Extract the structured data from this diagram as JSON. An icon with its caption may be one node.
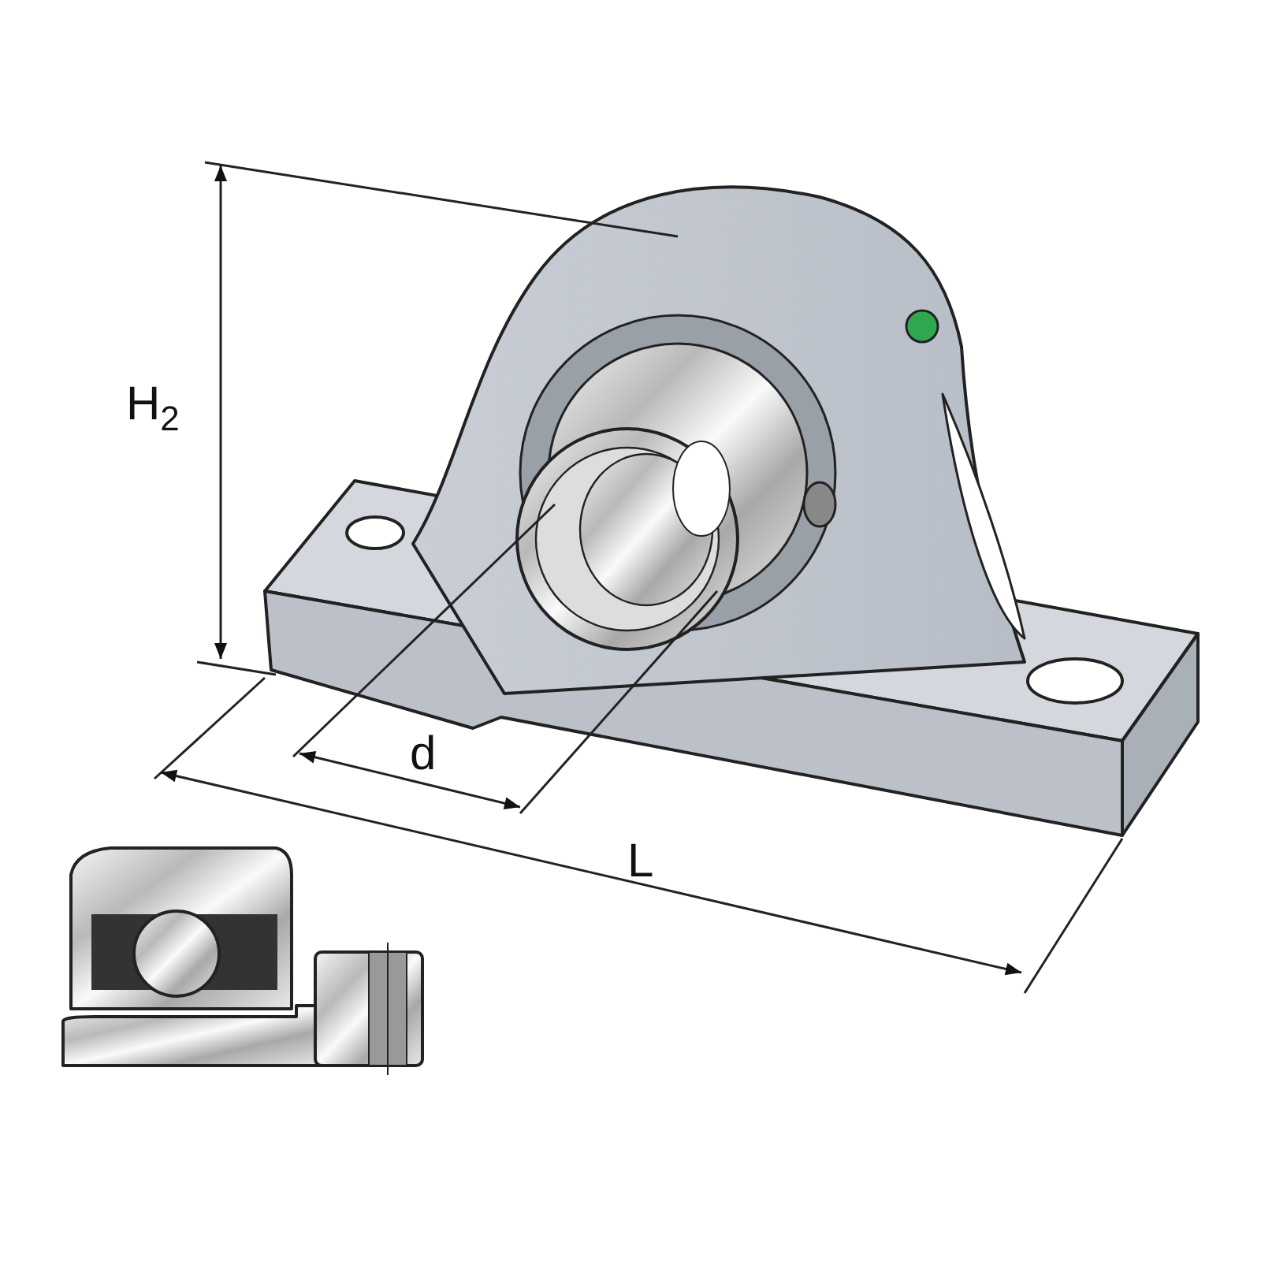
{
  "diagram": {
    "labels": [
      "H$_{2}$",
      "d",
      "L"
    ]
  }
}
